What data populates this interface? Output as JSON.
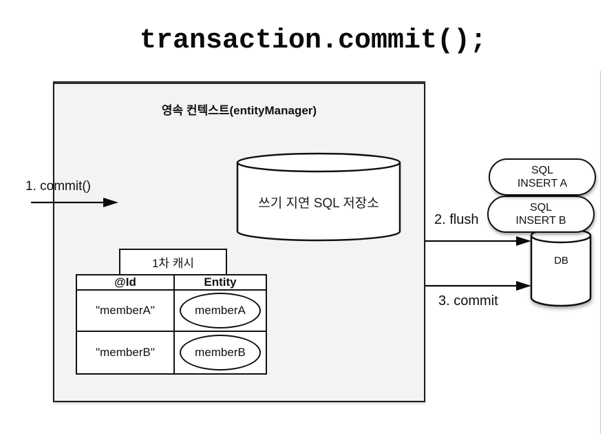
{
  "title": "transaction.commit();",
  "persistence_context": {
    "label": "영속 컨텍스트(entityManager)",
    "write_behind_store": {
      "label": "쓰기 지연 SQL 저장소"
    },
    "first_level_cache": {
      "label": "1차 캐시",
      "table": {
        "headers": [
          "@Id",
          "Entity"
        ],
        "rows": [
          {
            "id": "\"memberA\"",
            "entity": "memberA"
          },
          {
            "id": "\"memberB\"",
            "entity": "memberB"
          }
        ]
      }
    }
  },
  "arrows": {
    "commit1": {
      "label": "1. commit()"
    },
    "flush": {
      "label": "2. flush"
    },
    "commit3": {
      "label": "3. commit"
    }
  },
  "database": {
    "label": "DB",
    "sql_statements": [
      {
        "line1": "SQL",
        "line2": "INSERT A"
      },
      {
        "line1": "SQL",
        "line2": "INSERT B"
      }
    ]
  },
  "colors": {
    "context_fill": "#f3f3f3",
    "stroke": "#111111",
    "page_edge_line": "#c9c9c9"
  }
}
